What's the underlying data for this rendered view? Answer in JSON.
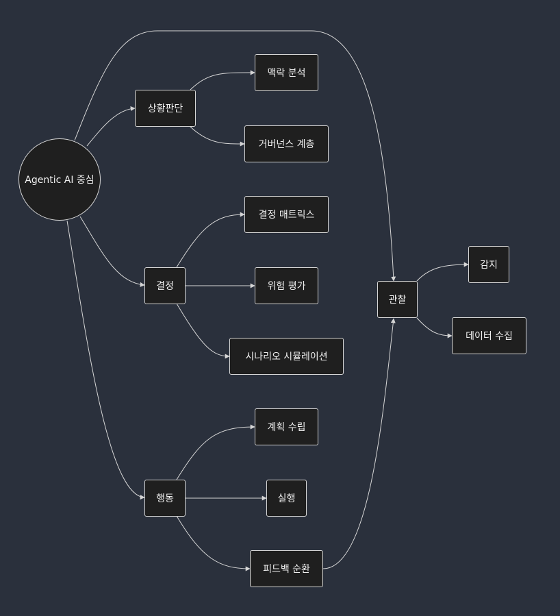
{
  "colors": {
    "background": "#2a303c",
    "node_fill": "#1f1f1f",
    "node_border": "#d6d6d6",
    "edge": "#d6d6d6",
    "text": "#f0f0f0"
  },
  "nodes": {
    "center": "Agentic AI 중심",
    "situation": "상황판단",
    "context": "맥락 분석",
    "governance": "거버넌스 계층",
    "decision": "결정",
    "matrix": "결정 매트릭스",
    "risk": "위험 평가",
    "scenario": "시나리오 시뮬레이션",
    "action": "행동",
    "planning": "계획 수립",
    "execution": "실행",
    "feedback": "피드백 순환",
    "observation": "관찰",
    "detection": "감지",
    "data_collection": "데이터 수집"
  }
}
